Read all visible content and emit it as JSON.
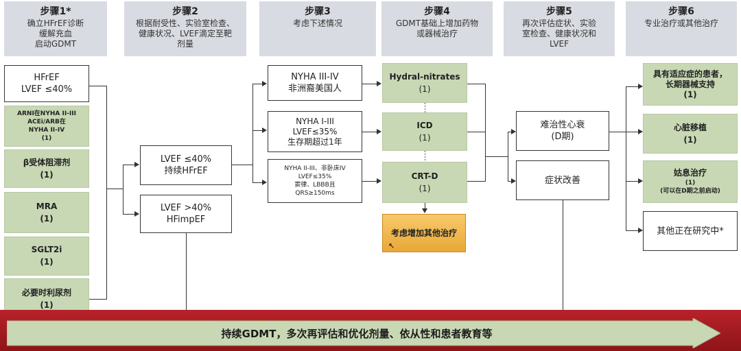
{
  "headers": [
    {
      "step": "步骤1*",
      "text": "确立HFrEF诊断\n缓解充血\n启动GDMT"
    },
    {
      "step": "步骤2",
      "text": "根据耐受性、实验室检查、\n健康状况、LVEF滴定至靶\n剂量"
    },
    {
      "step": "步骤3",
      "text": "考虑下述情况"
    },
    {
      "step": "步骤4",
      "text": "GDMT基础上增加药物\n或器械治疗"
    },
    {
      "step": "步骤5",
      "text": "再次评估症状、实验\n室检查、健康状况和\nLVEF"
    },
    {
      "step": "步骤6",
      "text": "专业治疗或其他治疗"
    }
  ],
  "step1": {
    "entry": {
      "l1": "HFrEF",
      "l2": "LVEF ≤40%"
    },
    "meds": [
      {
        "l1": "ARNI在NYHA II-III\nACEi/ARB在\nNYHA II-IV",
        "l2": "(1)"
      },
      {
        "l1": "β受体阻滞剂",
        "l2": "(1)"
      },
      {
        "l1": "MRA",
        "l2": "(1)"
      },
      {
        "l1": "SGLT2i",
        "l2": "(1)"
      },
      {
        "l1": "必要时利尿剂",
        "l2": "(1)"
      }
    ]
  },
  "step2": {
    "persistent": {
      "l1": "LVEF ≤40%",
      "l2": "持续HFrEF"
    },
    "improved": {
      "l1": "LVEF >40%",
      "l2": "HFimpEF"
    }
  },
  "step3": [
    {
      "l1": "NYHA III-IV",
      "l2": "非洲裔美国人"
    },
    {
      "l1": "NYHA I-III\nLVEF≤35%",
      "l2": "生存期超过1年"
    },
    {
      "l1": "NYHA II-III、非卧床IV\nLVEF≤35%\n窦律、LBBB且\nQRS≥150ms",
      "l2": ""
    }
  ],
  "step4": {
    "options": [
      {
        "l1": "Hydral-nitrates",
        "l2": "(1)"
      },
      {
        "l1": "ICD",
        "l2": "(1)"
      },
      {
        "l1": "CRT-D",
        "l2": "(1)"
      }
    ],
    "other": "考虑增加其他治疗"
  },
  "step5": {
    "refractory": {
      "l1": "难治性心衰",
      "l2": "(D期)"
    },
    "improved": "症状改善"
  },
  "step6": [
    {
      "l1": "具有适应症的患者，\n长期器械支持",
      "l2": "(1)"
    },
    {
      "l1": "心脏移植",
      "l2": "(1)"
    },
    {
      "l1": "姑息治疗",
      "l2": "(1)\n(可以在D期之前启动)"
    }
  ],
  "step6_other": "其他正在研究中*",
  "footer": "持续GDMT，多次再评估和优化剂量、依从性和患者教育等",
  "colors": {
    "green": "#c8d8b4",
    "header": "#d9dbe2",
    "footer_red": "#b8222a",
    "orange": "#f0b448"
  }
}
